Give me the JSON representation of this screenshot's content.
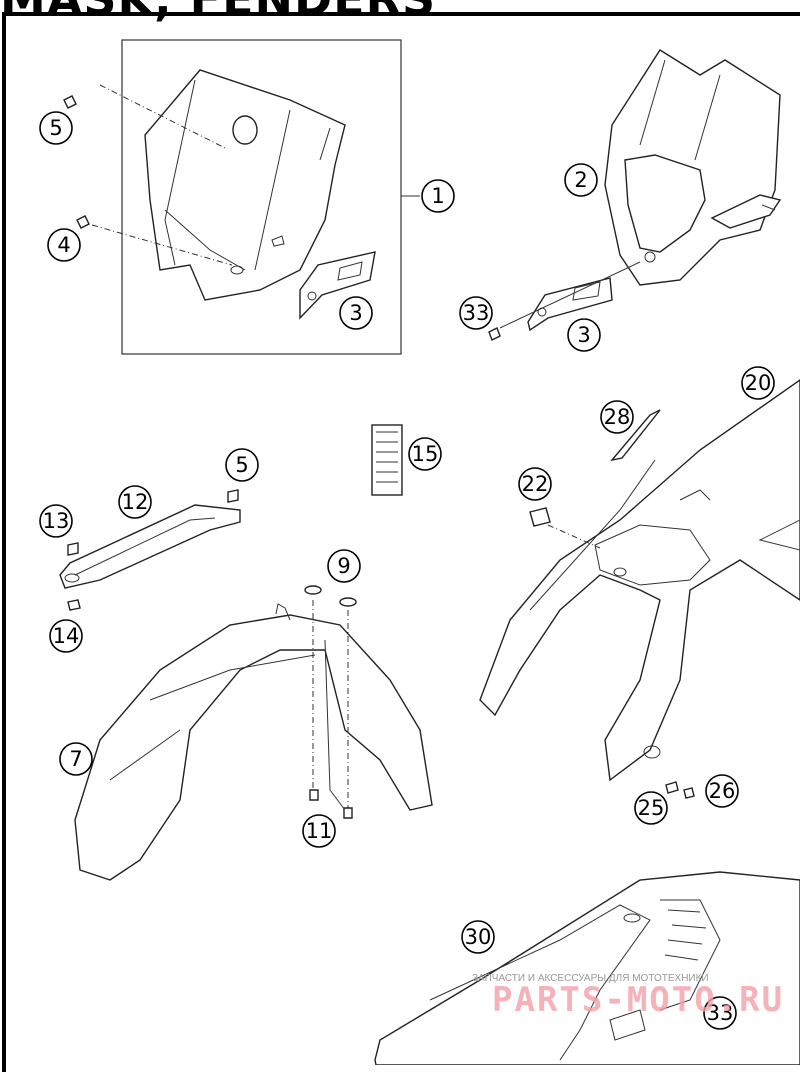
{
  "title": "MASK, FENDERS",
  "watermark": {
    "caption": "ЗАПЧАСТИ И АКСЕССУАРЫ ДЛЯ МОТОТЕХНИКИ",
    "brand": "PARTS-MOTO.RU"
  },
  "callouts": [
    {
      "label": "1"
    },
    {
      "label": "2"
    },
    {
      "label": "3"
    },
    {
      "label": "3"
    },
    {
      "label": "4"
    },
    {
      "label": "5"
    },
    {
      "label": "5"
    },
    {
      "label": "7"
    },
    {
      "label": "9"
    },
    {
      "label": "11"
    },
    {
      "label": "12"
    },
    {
      "label": "13"
    },
    {
      "label": "14"
    },
    {
      "label": "15"
    },
    {
      "label": "20"
    },
    {
      "label": "22"
    },
    {
      "label": "25"
    },
    {
      "label": "26"
    },
    {
      "label": "28"
    },
    {
      "label": "30"
    },
    {
      "label": "33"
    },
    {
      "label": "33"
    }
  ]
}
